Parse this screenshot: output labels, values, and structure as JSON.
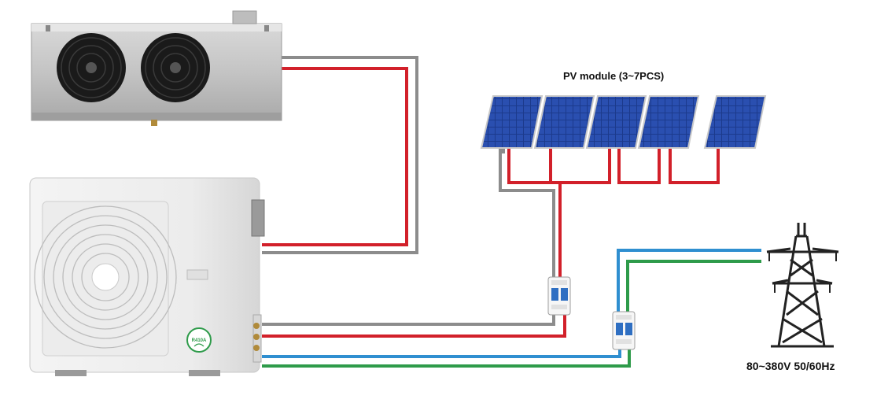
{
  "pv_array": {
    "label": "PV module (3~7PCS)",
    "panel_count": 5
  },
  "grid": {
    "voltage_label": "80~380V 50/60Hz"
  },
  "outdoor_unit": {
    "refrigerant_badge": "R410A"
  },
  "colors": {
    "wire_red": "#d2202a",
    "wire_gray": "#8c8c8c",
    "wire_blue": "#2f8fd0",
    "wire_green": "#2e9b4a",
    "panel_blue": "#1c3a8c",
    "badge_green": "#2e9b4a"
  }
}
